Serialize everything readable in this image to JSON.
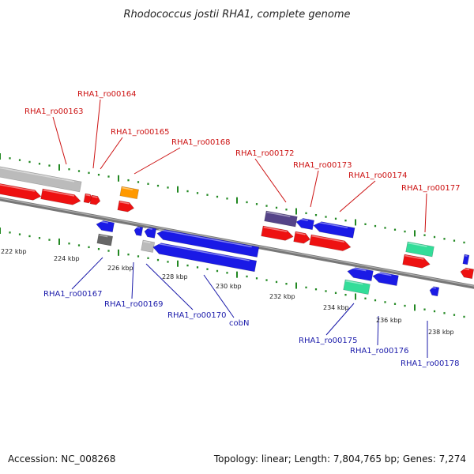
{
  "title": "Rhodococcus jostii RHA1, complete genome",
  "footer": {
    "accession": "Accession: NC_008268",
    "summary": "Topology: linear; Length: 7,804,765 bp; Genes: 7,274"
  },
  "colors": {
    "forward_gene": "#ee1111",
    "reverse_gene": "#1a1ae6",
    "forward_label": "#cc1111",
    "reverse_label": "#1a1aaa",
    "pseudo": "#bbbbbb",
    "rna": "#33dd99",
    "misc_orange": "#ff9900",
    "dark_slate": "#554488",
    "backbone": "#808080",
    "tick": "#228822"
  },
  "scale_labels": [
    "222 kbp",
    "224 kbp",
    "226 kbp",
    "228 kbp",
    "230 kbp",
    "232 kbp",
    "234 kbp",
    "236 kbp",
    "238 kbp"
  ],
  "forward_genes": [
    "RHA1_ro00163",
    "RHA1_ro00164",
    "RHA1_ro00165",
    "RHA1_ro00168",
    "RHA1_ro00172",
    "RHA1_ro00173",
    "RHA1_ro00174",
    "RHA1_ro00177"
  ],
  "reverse_genes": [
    "RHA1_ro00167",
    "RHA1_ro00169",
    "RHA1_ro00170",
    "cobN",
    "RHA1_ro00175",
    "RHA1_ro00176",
    "RHA1_ro00178"
  ]
}
